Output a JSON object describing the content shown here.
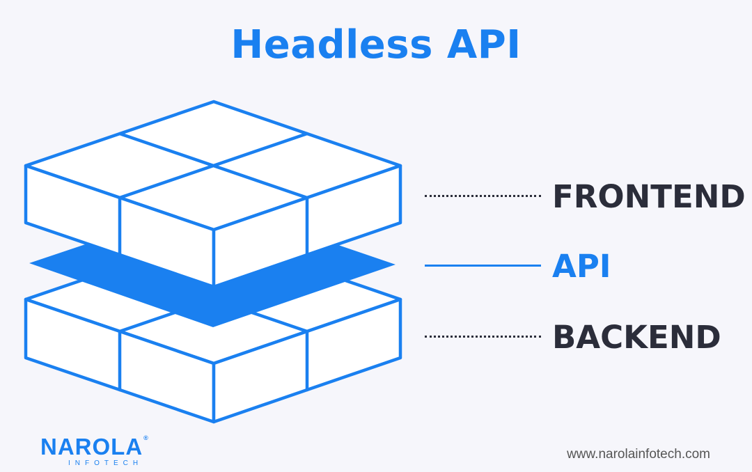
{
  "title": "Headless API",
  "colors": {
    "primary": "#1a80f0",
    "text_dark": "#2b2d3a",
    "text_muted": "#555555",
    "background": "#f6f6fb",
    "block_fill": "#ffffff"
  },
  "layers": [
    {
      "label": "FRONTEND",
      "line_style": "dotted",
      "color": "#2b2d3a"
    },
    {
      "label": "API",
      "line_style": "solid",
      "color": "#1a80f0"
    },
    {
      "label": "BACKEND",
      "line_style": "dotted",
      "color": "#2b2d3a"
    }
  ],
  "logo": {
    "name": "NAROLA",
    "subtitle": "INFOTECH",
    "registered": "®"
  },
  "website": "www.narolainfotech.com"
}
